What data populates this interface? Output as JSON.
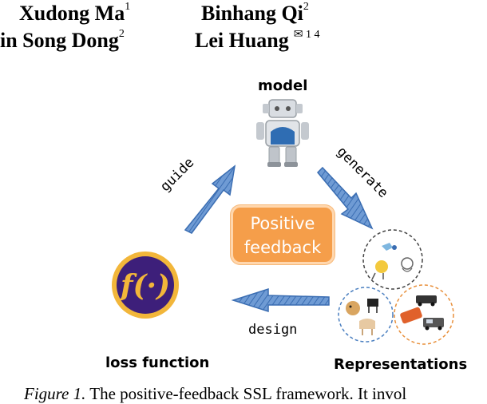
{
  "authors": {
    "a1_name": "Xudong Ma",
    "a1_aff": "1",
    "a2_name": "Binhang Qi",
    "a2_aff": "2",
    "a3_name": "in Song Dong",
    "a3_aff": "2",
    "a4_name": "Lei Huang",
    "a4_mark": "✉",
    "a4_aff": "1 4"
  },
  "figure": {
    "model_label": "model",
    "center_line1": "Positive",
    "center_line2": "feedback",
    "arrow_guide": "guide",
    "arrow_generate": "generate",
    "arrow_design": "design",
    "loss_label": "loss function",
    "loss_icon_text": "f(·)",
    "repr_label": "Representations"
  },
  "caption": {
    "figure_label": "Figure 1.",
    "text": "The positive-feedback SSL framework. It invol"
  },
  "colors": {
    "orange": "#f59e4a",
    "arrow_blue": "#4a7fc0",
    "purple": "#3d1f7a",
    "gold": "#f2b63a",
    "robot_blue": "#2f6db3",
    "circle_orange": "#e8903c"
  }
}
